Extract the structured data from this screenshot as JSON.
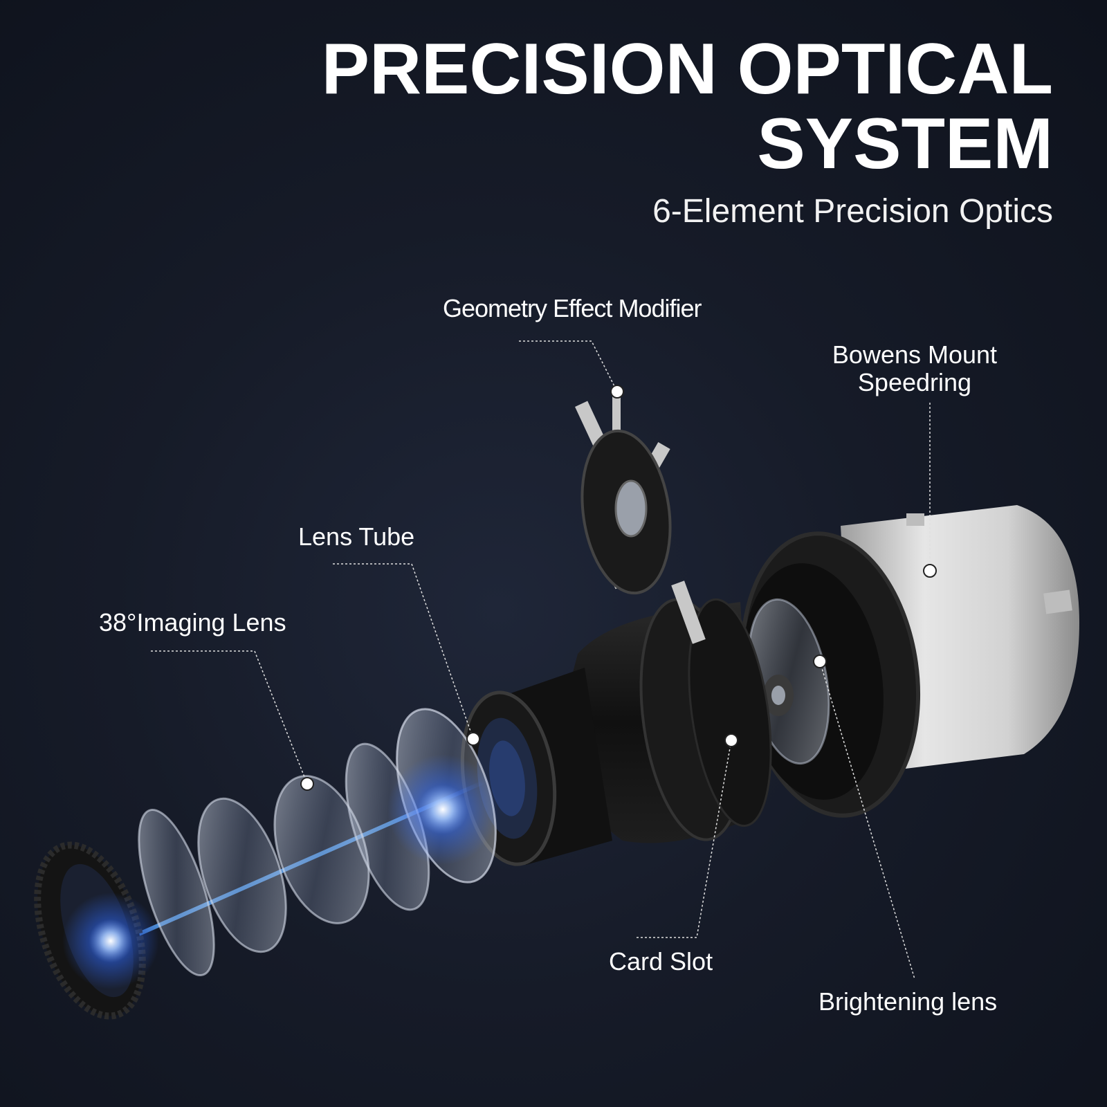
{
  "header": {
    "title_line1": "PRECISION OPTICAL",
    "title_line2": "SYSTEM",
    "subtitle": "6-Element Precision Optics"
  },
  "callouts": {
    "geometry_modifier": "Geometry Effect Modifier",
    "bowens_mount_line1": "Bowens Mount",
    "bowens_mount_line2": "Speedring",
    "lens_tube": "Lens Tube",
    "imaging_lens": "38°Imaging Lens",
    "card_slot": "Card Slot",
    "brightening_lens": "Brightening lens"
  },
  "colors": {
    "background": "#161b28",
    "text": "#ffffff",
    "glow": "#2f6bff",
    "housing_white": "#d9d9d9",
    "housing_black": "#151515"
  }
}
